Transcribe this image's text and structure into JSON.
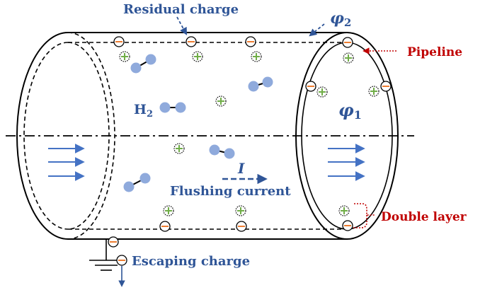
{
  "labels": {
    "residual_charge": "Residual charge",
    "phi2": "φ",
    "phi2_sub": "2",
    "pipeline": "Pipeline",
    "h2": "H",
    "h2_sub": "2",
    "phi1": "φ",
    "phi1_sub": "1",
    "current_symbol": "I",
    "flushing_current": "Flushing current",
    "double_layer": "Double layer",
    "escaping_charge": "Escaping charge"
  },
  "colors": {
    "outline": "#000000",
    "blue_text": "#2f5597",
    "red_text": "#c00000",
    "arrow_blue": "#4472c4",
    "molecule": "#8faadc",
    "negative_charge": "#ed7d31",
    "positive_charge": "#70ad47"
  }
}
